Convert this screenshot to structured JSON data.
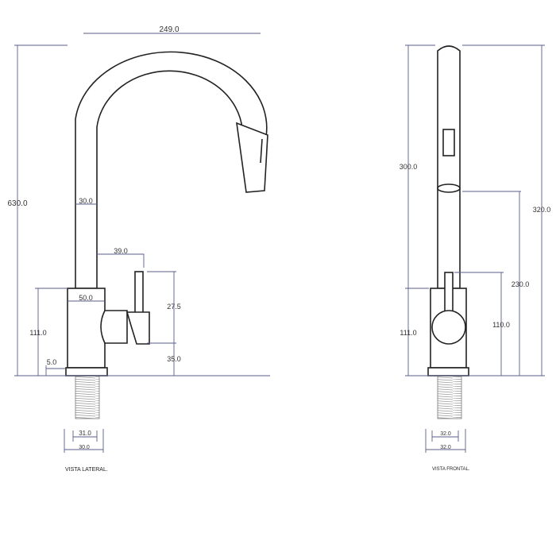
{
  "lateral": {
    "caption": "VISTA LATERAL.",
    "dims": {
      "spout_reach": "249.0",
      "total_height": "630.0",
      "pipe_diameter": "30.0",
      "handle_offset": "39.0",
      "body_width": "50.0",
      "lever_height": "27.5",
      "handle_base": "35.0",
      "body_height": "111.0",
      "base_thickness": "5.0",
      "thread_inner": "31.0",
      "thread_outer": "30.0"
    }
  },
  "frontal": {
    "caption": "VISTA FRONTAL.",
    "dims": {
      "pipe_height": "300.0",
      "total_height": "320.0",
      "spray_height": "230.0",
      "lever_height": "110.0",
      "body_height": "111.0",
      "thread_inner": "32.0",
      "thread_outer": "32.0"
    }
  }
}
